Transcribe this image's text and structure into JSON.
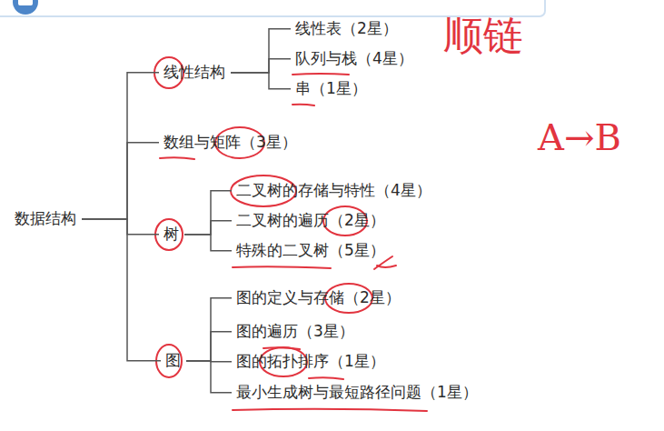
{
  "diagram": {
    "nodes": [
      {
        "text": [
          "数据结构"
        ]
      },
      {
        "text": [
          "线性结构"
        ]
      },
      {
        "text": [
          "线性表（2星）"
        ]
      },
      {
        "text": [
          "队列与栈（4星）"
        ]
      },
      {
        "text": [
          "串（1星）"
        ]
      },
      {
        "text": [
          "数组与矩阵（3星）"
        ]
      },
      {
        "text": [
          "树"
        ]
      },
      {
        "text": [
          "二叉树的存储与特性（4星）"
        ]
      },
      {
        "text": [
          "二叉树的遍历（2星）"
        ]
      },
      {
        "text": [
          "特殊的二叉树（5星）"
        ]
      },
      {
        "text": [
          "图"
        ]
      },
      {
        "text": [
          "图的定义与存储（2星）"
        ]
      },
      {
        "text": [
          "图的遍历（3星）"
        ]
      },
      {
        "text": [
          "图的拓扑排序（1星）"
        ]
      },
      {
        "text": [
          "最小生成树与最短路径问题（1星）"
        ]
      }
    ],
    "edges": [
      {
        "from": 0,
        "to": 1,
        "arrow": "none"
      },
      {
        "from": 0,
        "to": 5,
        "arrow": "none"
      },
      {
        "from": 0,
        "to": 6,
        "arrow": "none"
      },
      {
        "from": 0,
        "to": 10,
        "arrow": "none"
      },
      {
        "from": 1,
        "to": 2,
        "arrow": "none"
      },
      {
        "from": 1,
        "to": 3,
        "arrow": "none"
      },
      {
        "from": 1,
        "to": 4,
        "arrow": "none"
      },
      {
        "from": 6,
        "to": 7,
        "arrow": "none"
      },
      {
        "from": 6,
        "to": 8,
        "arrow": "none"
      },
      {
        "from": 6,
        "to": 9,
        "arrow": "none"
      },
      {
        "from": 10,
        "to": 11,
        "arrow": "none"
      },
      {
        "from": 10,
        "to": 12,
        "arrow": "none"
      },
      {
        "from": 10,
        "to": 13,
        "arrow": "none"
      },
      {
        "from": 10,
        "to": 14,
        "arrow": "none"
      }
    ],
    "labels": [
      "顺链",
      "A→B"
    ]
  }
}
